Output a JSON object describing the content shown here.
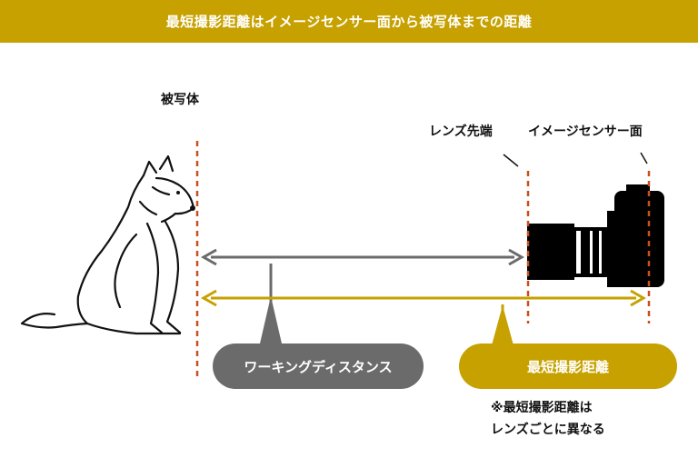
{
  "banner": {
    "title": "最短撮影距離はイメージセンサー面から被写体までの距離"
  },
  "labels": {
    "subject": "被写体",
    "lens_tip": "レンズ先端",
    "image_sensor": "イメージセンサー面"
  },
  "callouts": {
    "working_distance": "ワーキングディスタンス",
    "min_focus_distance": "最短撮影距離"
  },
  "note": {
    "line1": "※最短撮影距離は",
    "line2": "レンズごとに異なる"
  },
  "colors": {
    "accent": "#c6a100",
    "gray": "#6b6b6b",
    "marker": "#c8501e"
  },
  "icons": [
    "dog-illustration",
    "camera-icon",
    "arrow-icon"
  ]
}
